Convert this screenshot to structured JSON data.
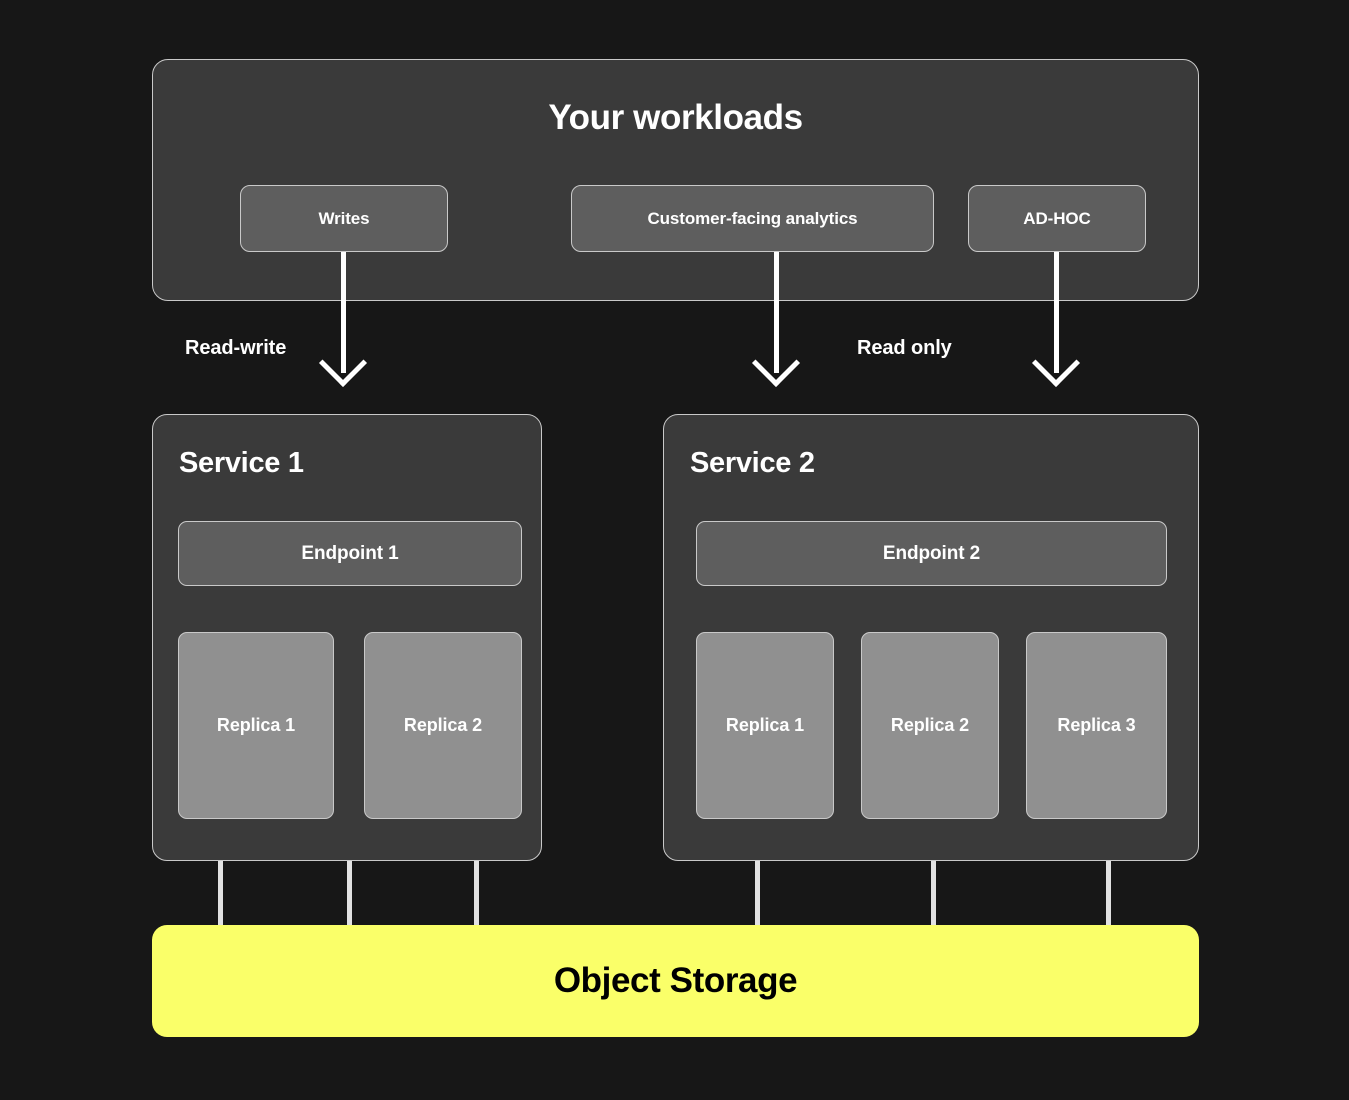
{
  "background_color": "#171717",
  "workloads": {
    "title": "Your workloads",
    "chips": [
      {
        "label": "Writes"
      },
      {
        "label": "Customer-facing analytics"
      },
      {
        "label": "AD-HOC"
      }
    ]
  },
  "flows": [
    {
      "label": "Read-write"
    },
    {
      "label": "Read only"
    }
  ],
  "services": [
    {
      "title": "Service 1",
      "endpoint": "Endpoint 1",
      "replicas": [
        {
          "label": "Replica 1"
        },
        {
          "label": "Replica 2"
        }
      ]
    },
    {
      "title": "Service 2",
      "endpoint": "Endpoint 2",
      "replicas": [
        {
          "label": "Replica 1"
        },
        {
          "label": "Replica 2"
        },
        {
          "label": "Replica 3"
        }
      ]
    }
  ],
  "storage": {
    "label": "Object Storage",
    "color": "#faff69",
    "text_color": "#000000"
  },
  "colors": {
    "panel_fill": "#3a3a3a",
    "panel_border": "#c9c9c9",
    "chip_fill": "#5e5e5e",
    "replica_fill": "#909090",
    "arrow": "#ffffff",
    "connector": "#e2e2e2",
    "text": "#ffffff"
  }
}
